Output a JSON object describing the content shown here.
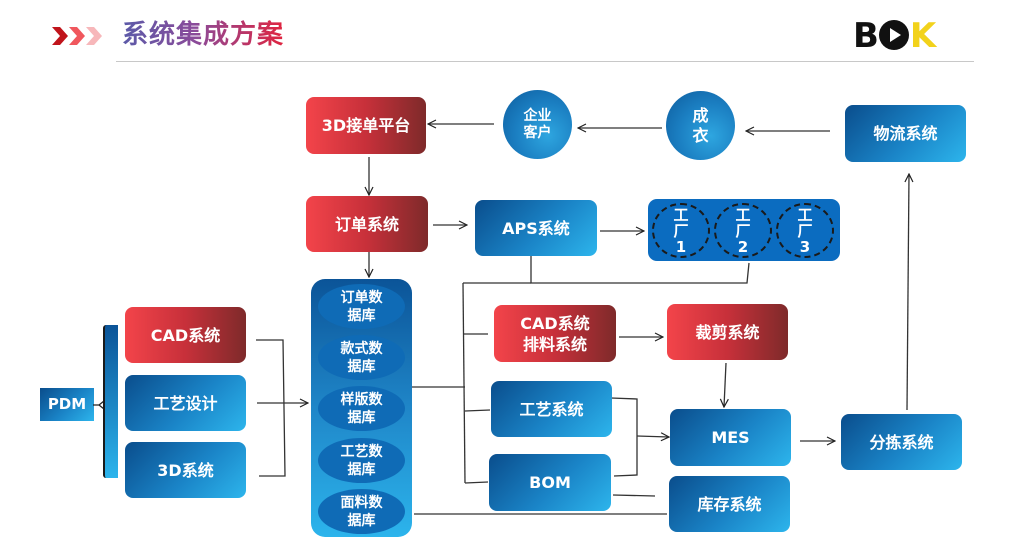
{
  "header": {
    "title": "系统集成方案",
    "logo": {
      "letters": [
        "B",
        "O",
        "K"
      ]
    },
    "chevron_icon": "triple-chevron-right"
  },
  "colors": {
    "red_box": "#e03a40",
    "blue_box": "#1a84c7",
    "logo_yellow": "#f2d21b"
  },
  "nodes": {
    "platform_3d": "3D接单平台",
    "customer": [
      "企业",
      "客户"
    ],
    "garment": [
      "成",
      "衣"
    ],
    "logistics": "物流系统",
    "order_system": "订单系统",
    "aps_system": "APS系统",
    "factories": [
      {
        "line1": "工",
        "line2": "厂",
        "num": "1"
      },
      {
        "line1": "工",
        "line2": "厂",
        "num": "2"
      },
      {
        "line1": "工",
        "line2": "厂",
        "num": "3"
      }
    ],
    "pdm": "PDM",
    "cad_system": "CAD系统",
    "process_design": "工艺设计",
    "system_3d": "3D系统",
    "databases": [
      {
        "line1": "订单数",
        "line2": "据库"
      },
      {
        "line1": "款式数",
        "line2": "据库"
      },
      {
        "line1": "样版数",
        "line2": "据库"
      },
      {
        "line1": "工艺数",
        "line2": "据库"
      },
      {
        "line1": "面料数",
        "line2": "据库"
      }
    ],
    "cad_marker": [
      "CAD系统",
      "排料系统"
    ],
    "cutting_system": "裁剪系统",
    "process_system": "工艺系统",
    "bom": "BOM",
    "mes": "MES",
    "inventory": "库存系统",
    "sorting": "分拣系统"
  }
}
